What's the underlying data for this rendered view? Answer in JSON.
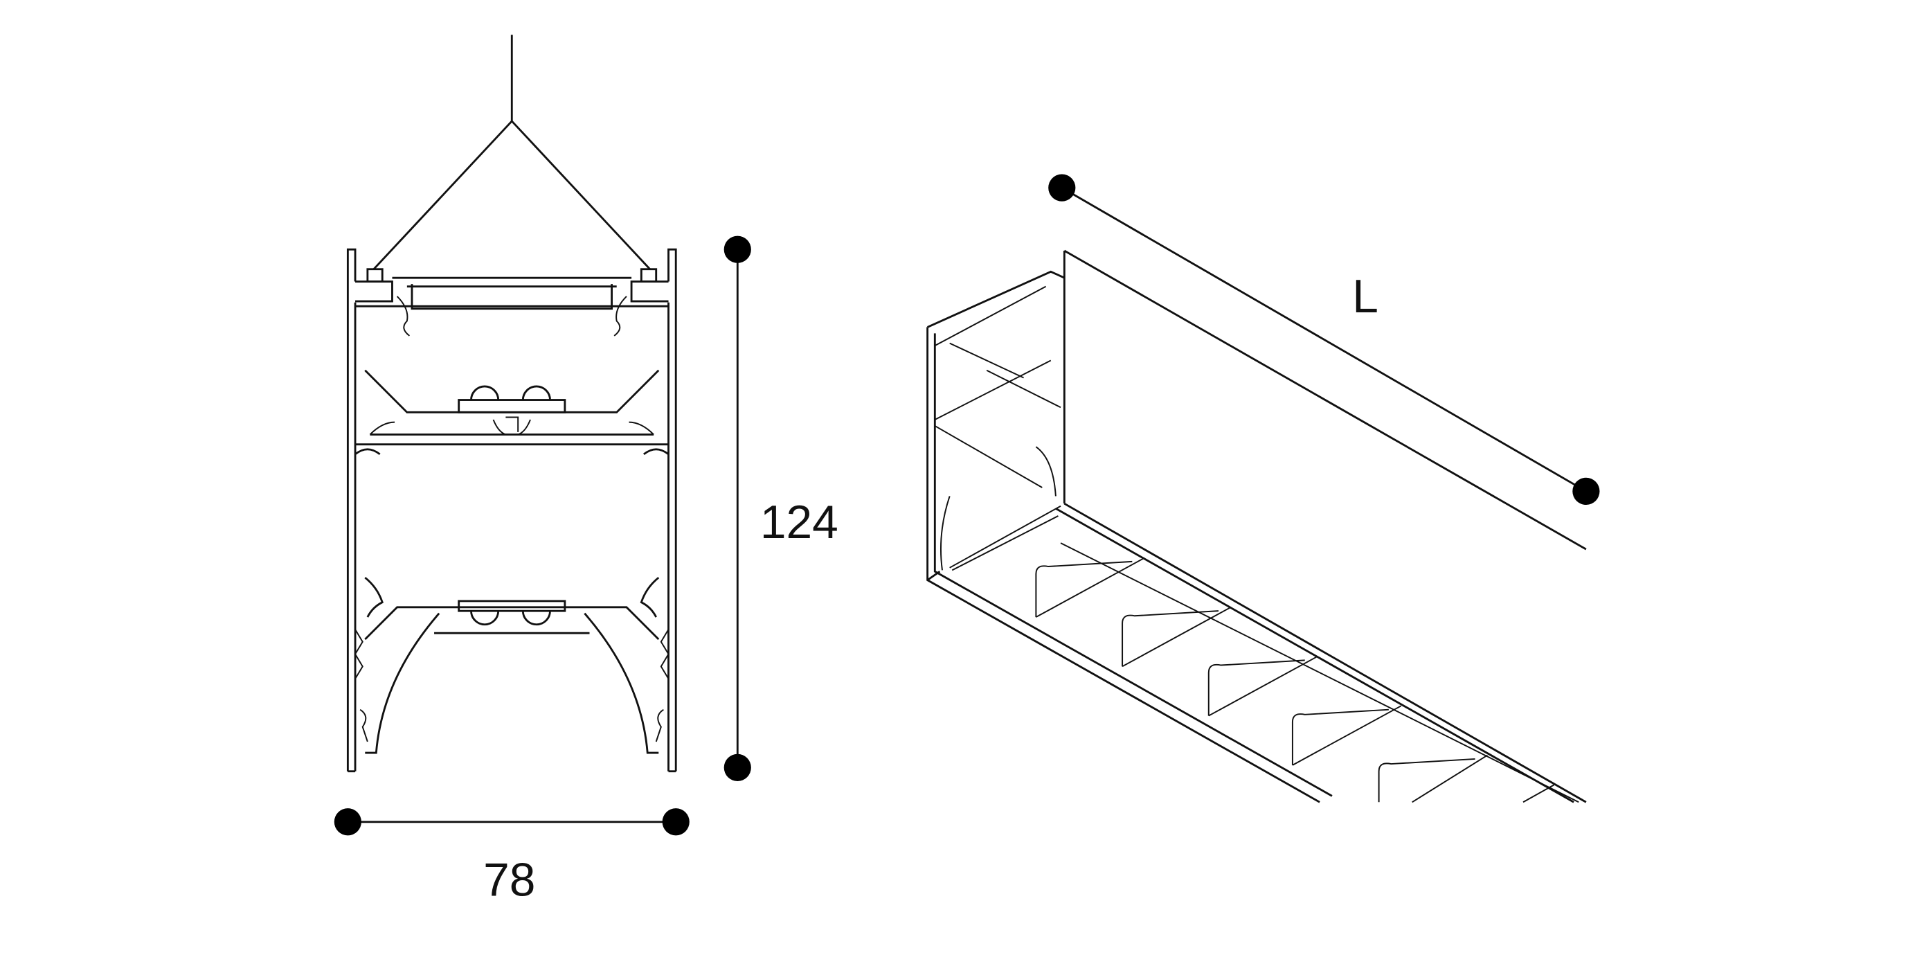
{
  "dimensions": {
    "height_label": "124",
    "width_label": "78",
    "length_label": "L"
  }
}
